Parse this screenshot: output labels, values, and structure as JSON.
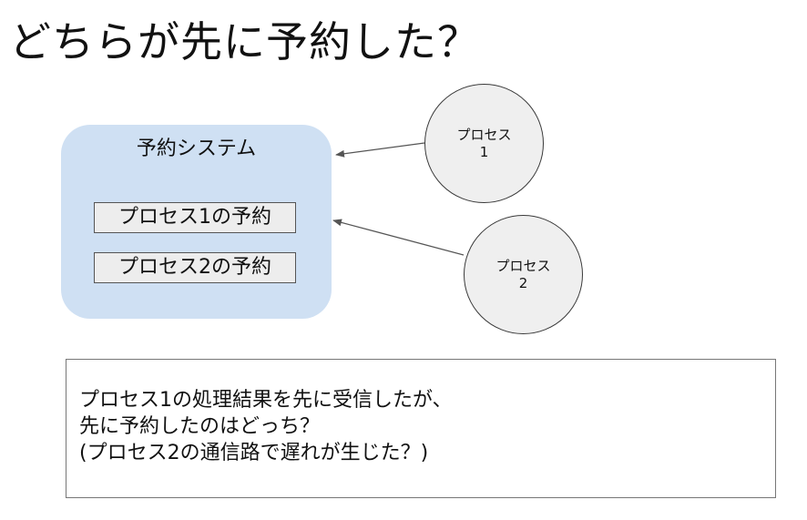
{
  "title": "どちらが先に予約した？",
  "system": {
    "label": "予約システム",
    "slots": [
      {
        "label": "プロセス1の予約"
      },
      {
        "label": "プロセス2の予約"
      }
    ]
  },
  "processes": [
    {
      "name": "プロセス",
      "number": "1"
    },
    {
      "name": "プロセス",
      "number": "2"
    }
  ],
  "note": {
    "lines": [
      "プロセス1の処理結果を先に受信したが、",
      "先に予約したのはどっち？",
      "(プロセス2の通信路で遅れが生じた？)"
    ]
  },
  "colors": {
    "system_fill": "#cfe0f3",
    "slot_fill": "#ededed",
    "node_fill": "#efefef",
    "arrow": "#555555"
  }
}
